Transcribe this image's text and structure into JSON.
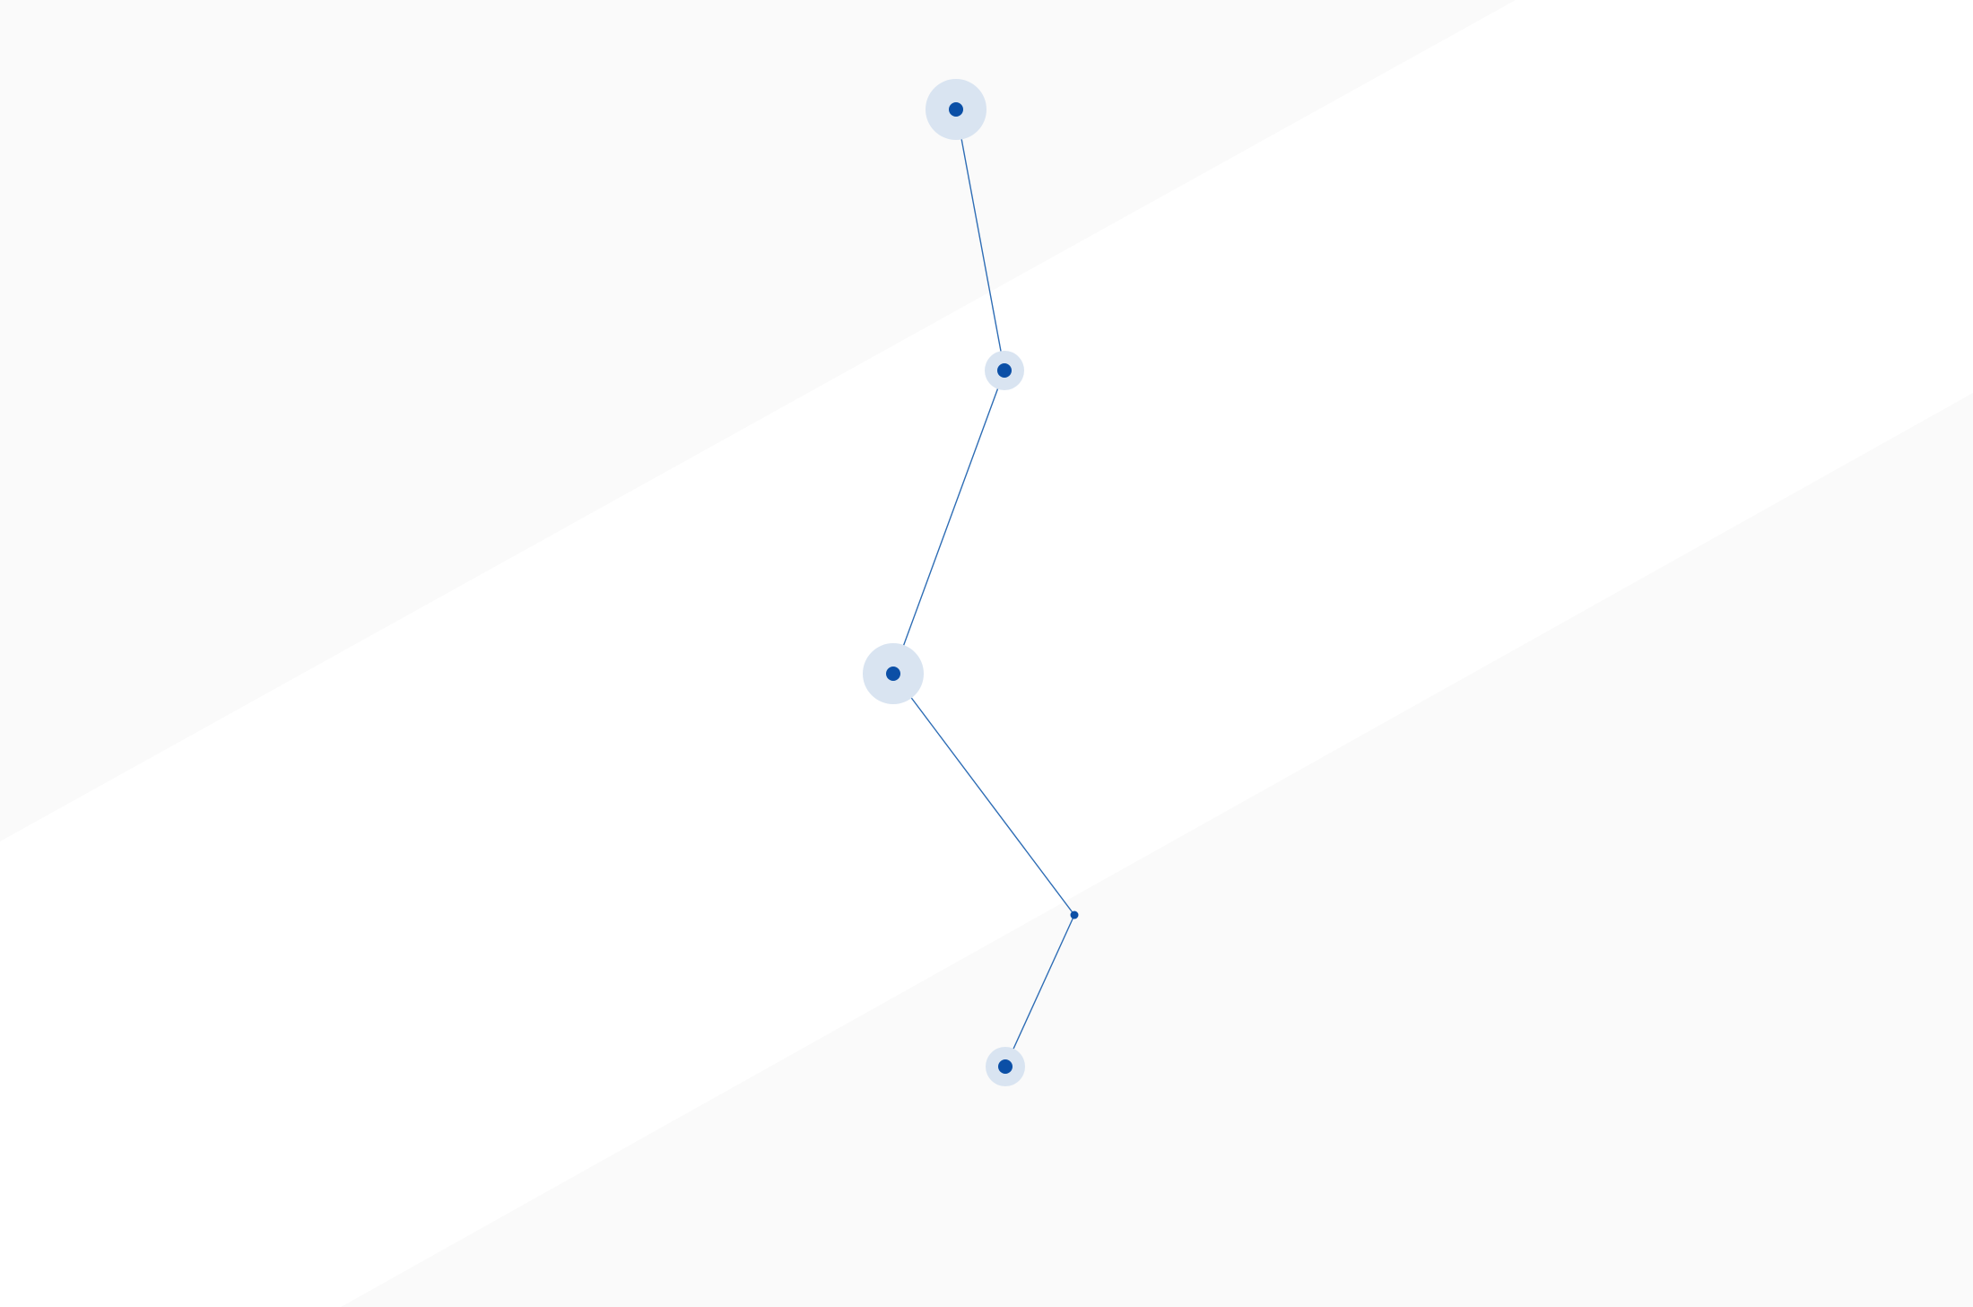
{
  "diagram": {
    "colors": {
      "background": "#ffffff",
      "band": "#fafafa",
      "node": "#0b4fa6",
      "halo": "#d9e4f1",
      "edge": "#2e6db5"
    },
    "nodes": [
      {
        "id": "n1",
        "halo": "large"
      },
      {
        "id": "n2",
        "halo": "small"
      },
      {
        "id": "n3",
        "halo": "large"
      },
      {
        "id": "n4",
        "halo": "none"
      },
      {
        "id": "n5",
        "halo": "small"
      }
    ],
    "edges": [
      {
        "from": "n1",
        "to": "n2"
      },
      {
        "from": "n2",
        "to": "n3"
      },
      {
        "from": "n3",
        "to": "n4"
      },
      {
        "from": "n4",
        "to": "n5"
      }
    ]
  }
}
